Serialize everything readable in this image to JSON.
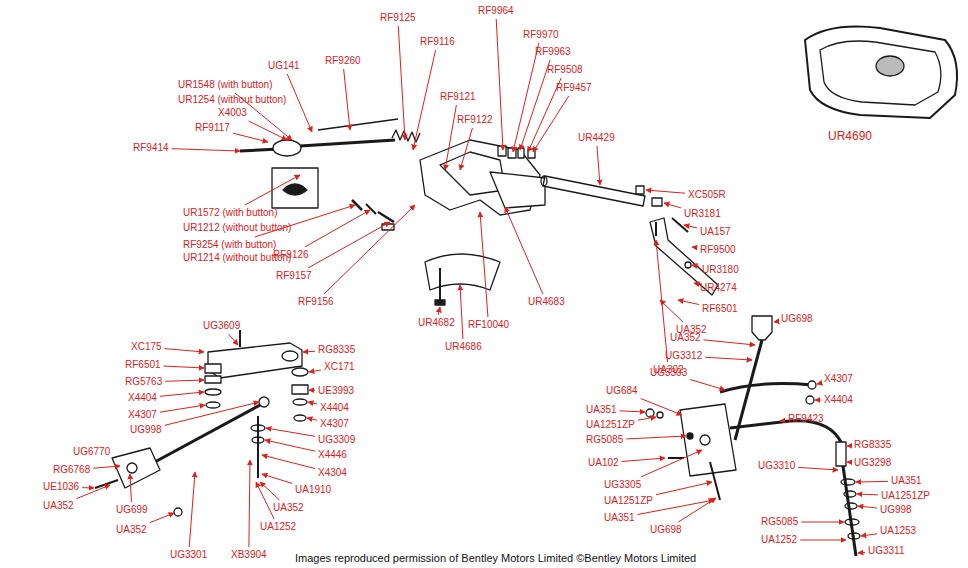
{
  "diagram": {
    "caption": "Images reproduced permission of Bentley Motors Limited ©Bentley Motors Limited",
    "labels": [
      "RF9964",
      "RF9125",
      "RF9970",
      "RF9963",
      "RF9116",
      "RF9260",
      "RF9508",
      "UG141",
      "RF9457",
      "UR1548 (with button)",
      "UR1254 (without button)",
      "RF9121",
      "X4003",
      "RF9122",
      "RF9117",
      "UR4429",
      "UR4690",
      "RF9414",
      "XC505R",
      "UR3181",
      "UA157",
      "RF9500",
      "UR3180",
      "UR4274",
      "UR1572 (with button)",
      "UR1212 (without button)",
      "RF9254 (with button)",
      "UR1214 (without button)",
      "RF9126",
      "RF9157",
      "RF6501",
      "RF9156",
      "UR4683",
      "UA352",
      "UR4682",
      "RF10040",
      "UR4686",
      "UA302",
      "UG3609",
      "XC175",
      "RG8335",
      "RF6501",
      "XC171",
      "RG5763",
      "X4404",
      "UE3993",
      "X4307",
      "X4404",
      "UG998",
      "X4307",
      "UG3309",
      "UG6770",
      "X4446",
      "RG6768",
      "X4304",
      "UE1036",
      "UA1910",
      "UA352",
      "UA352",
      "UG699",
      "UA1252",
      "UA352",
      "XB3904",
      "UG3301",
      "UG698",
      "UA352",
      "UG3312",
      "UG3303",
      "X4307",
      "UG684",
      "X4404",
      "UA351",
      "RF9423",
      "UA1251ZP",
      "RG5085",
      "RG8335",
      "UG3298",
      "UA102",
      "UG3310",
      "UA351",
      "UG3305",
      "UA1251ZP",
      "UA1251ZP",
      "UG998",
      "UA351",
      "RG5085",
      "UG698",
      "UA1253",
      "UA1252",
      "UG3311"
    ]
  }
}
